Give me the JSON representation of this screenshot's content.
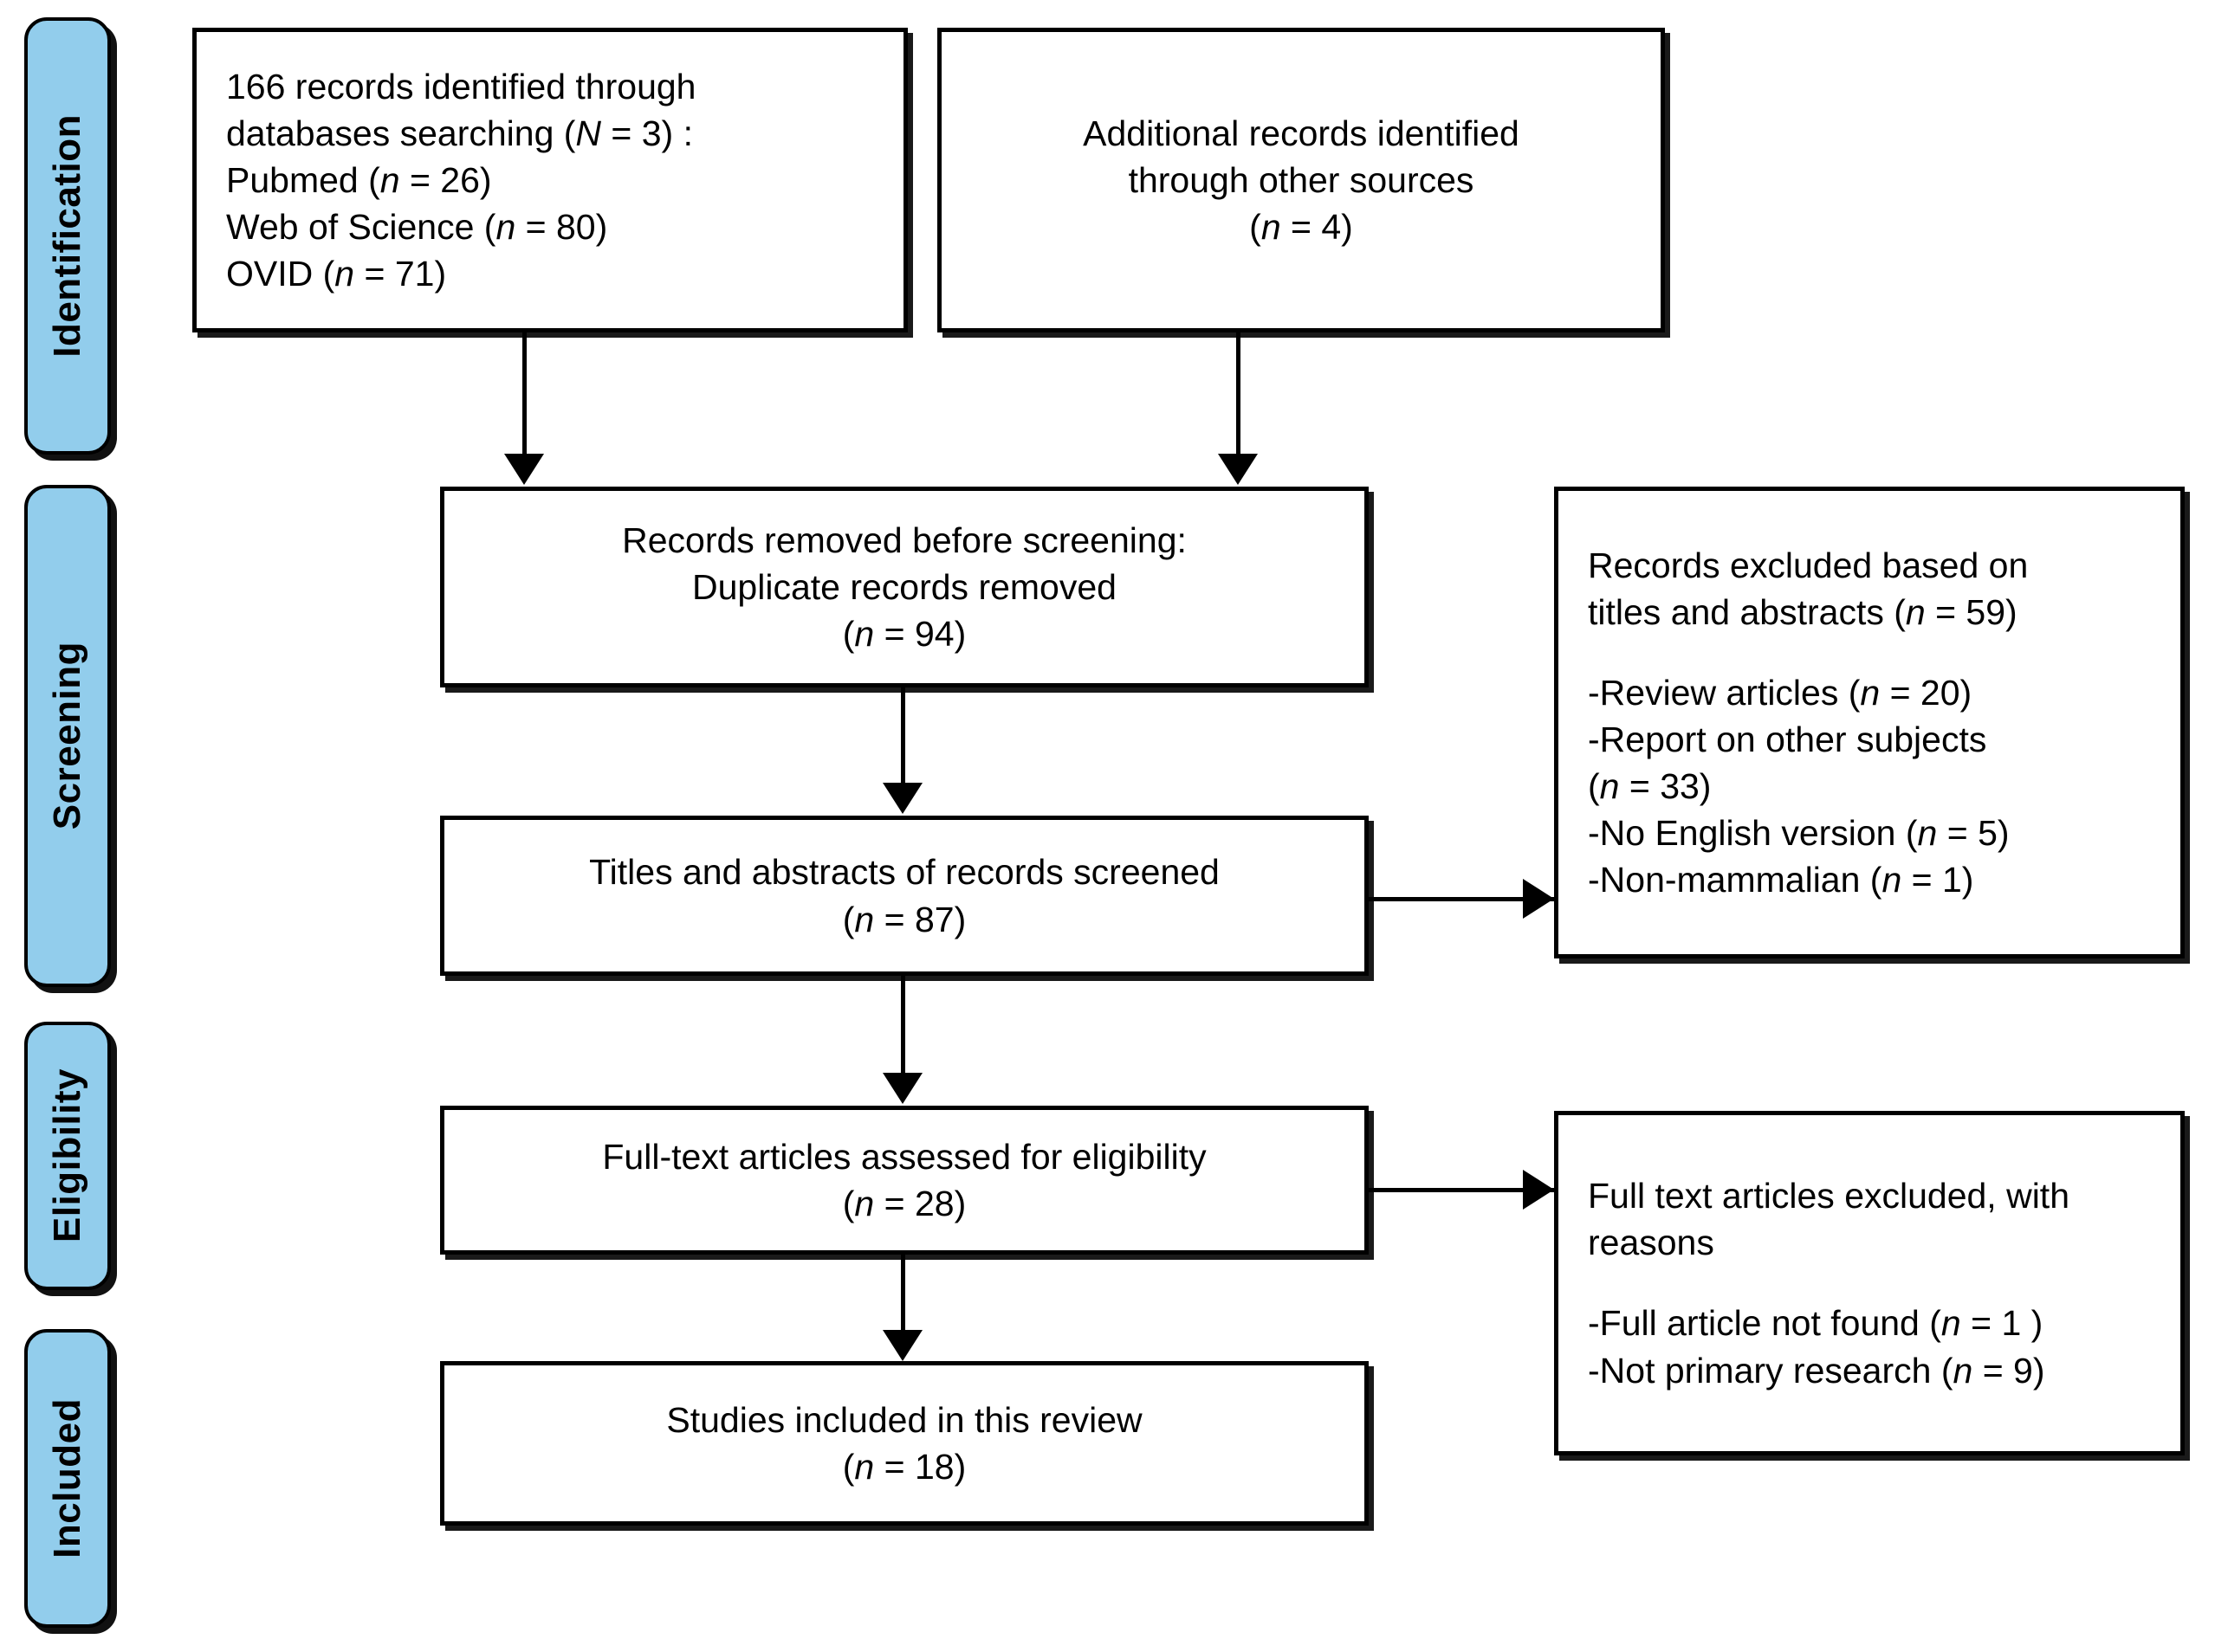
{
  "diagram": {
    "title": "PRISMA flow diagram",
    "accent_color": "#92CDEC",
    "line_color": "#000000",
    "box_fill": "#FFFFFF"
  },
  "stages": [
    {
      "id": "identification",
      "label": "Identification"
    },
    {
      "id": "screening",
      "label": "Screening"
    },
    {
      "id": "eligibility",
      "label": "Eligibility"
    },
    {
      "id": "included",
      "label": "Included"
    }
  ],
  "boxes": {
    "records_identified": {
      "lines": [
        "166 records identified through",
        "databases searching (N = 3) :",
        "Pubmed (n = 26)",
        "Web of Science (n = 80)",
        "OVID (n = 71)"
      ]
    },
    "additional_records": {
      "lines": [
        "Additional records identified",
        "through other sources",
        "(n = 4)"
      ]
    },
    "duplicates_removed": {
      "lines": [
        "Records removed before screening:",
        "Duplicate records removed",
        "(n = 94)"
      ]
    },
    "records_screened": {
      "lines": [
        "Titles and abstracts of records screened",
        "(n = 87)"
      ]
    },
    "records_excluded": {
      "lines": [
        "Records excluded based on",
        "titles and abstracts (n = 59)",
        "",
        "-Review articles (n = 20)",
        "-Report on other subjects",
        " (n = 33)",
        "-No English version (n = 5)",
        "-Non-mammalian (n = 1)"
      ]
    },
    "fulltext_assessed": {
      "lines": [
        "Full-text articles assessed for eligibility",
        "(n = 28)"
      ]
    },
    "fulltext_excluded": {
      "lines": [
        "Full text articles excluded, with",
        "reasons",
        "",
        "-Full article not found (n = 1 )",
        "-Not primary research (n = 9)"
      ]
    },
    "studies_included": {
      "lines": [
        "Studies included in this review",
        "(n = 18)"
      ]
    }
  },
  "counts": {
    "databases_searched": 3,
    "records_identified_total": 166,
    "pubmed": 26,
    "web_of_science": 80,
    "ovid": 71,
    "additional_other_sources": 4,
    "duplicates_removed": 94,
    "records_screened": 87,
    "records_excluded_title_abstract": 59,
    "excluded_review_articles": 20,
    "excluded_other_subjects": 33,
    "excluded_no_english": 5,
    "excluded_non_mammalian": 1,
    "fulltext_assessed": 28,
    "fulltext_not_found": 1,
    "fulltext_not_primary": 9,
    "studies_included": 18
  }
}
